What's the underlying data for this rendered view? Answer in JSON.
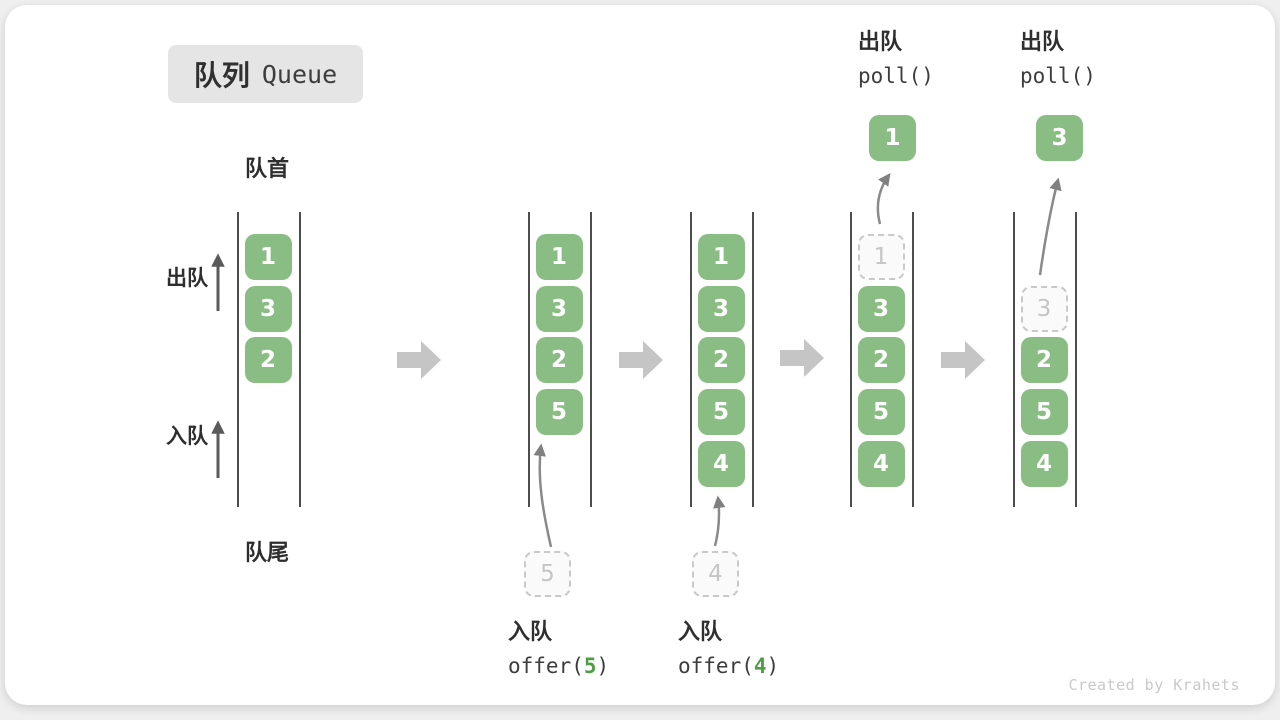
{
  "title": {
    "zh": "队列",
    "en": "Queue"
  },
  "side_labels": {
    "front": "队首",
    "rear": "队尾",
    "dequeue": "出队",
    "enqueue": "入队"
  },
  "columns": [
    {
      "slots": [
        {
          "value": "1",
          "state": "solid"
        },
        {
          "value": "3",
          "state": "solid"
        },
        {
          "value": "2",
          "state": "solid"
        }
      ]
    },
    {
      "slots": [
        {
          "value": "1",
          "state": "solid"
        },
        {
          "value": "3",
          "state": "solid"
        },
        {
          "value": "2",
          "state": "solid"
        },
        {
          "value": "5",
          "state": "solid"
        }
      ],
      "incoming": {
        "value": "5"
      }
    },
    {
      "slots": [
        {
          "value": "1",
          "state": "solid"
        },
        {
          "value": "3",
          "state": "solid"
        },
        {
          "value": "2",
          "state": "solid"
        },
        {
          "value": "5",
          "state": "solid"
        },
        {
          "value": "4",
          "state": "solid"
        }
      ],
      "incoming": {
        "value": "4"
      }
    },
    {
      "slots": [
        {
          "value": "1",
          "state": "dashed"
        },
        {
          "value": "3",
          "state": "solid"
        },
        {
          "value": "2",
          "state": "solid"
        },
        {
          "value": "5",
          "state": "solid"
        },
        {
          "value": "4",
          "state": "solid"
        }
      ],
      "outgoing": {
        "value": "1"
      }
    },
    {
      "slots": [
        {
          "value": "",
          "state": "empty"
        },
        {
          "value": "3",
          "state": "dashed"
        },
        {
          "value": "2",
          "state": "solid"
        },
        {
          "value": "5",
          "state": "solid"
        },
        {
          "value": "4",
          "state": "solid"
        }
      ],
      "outgoing": {
        "value": "3"
      }
    }
  ],
  "operations": {
    "enqueue_ops": [
      {
        "label": "入队",
        "code_prefix": "offer(",
        "arg": "5",
        "code_suffix": ")"
      },
      {
        "label": "入队",
        "code_prefix": "offer(",
        "arg": "4",
        "code_suffix": ")"
      }
    ],
    "dequeue_ops": [
      {
        "label": "出队",
        "code": "poll()"
      },
      {
        "label": "出队",
        "code": "poll()"
      }
    ]
  },
  "colors": {
    "box_green": "#8ABD83",
    "accent_green": "#4D9E45",
    "block_arrow_grey": "#c5c5c5",
    "line_dark": "#4d4d4d"
  },
  "credit": "Created by Krahets"
}
